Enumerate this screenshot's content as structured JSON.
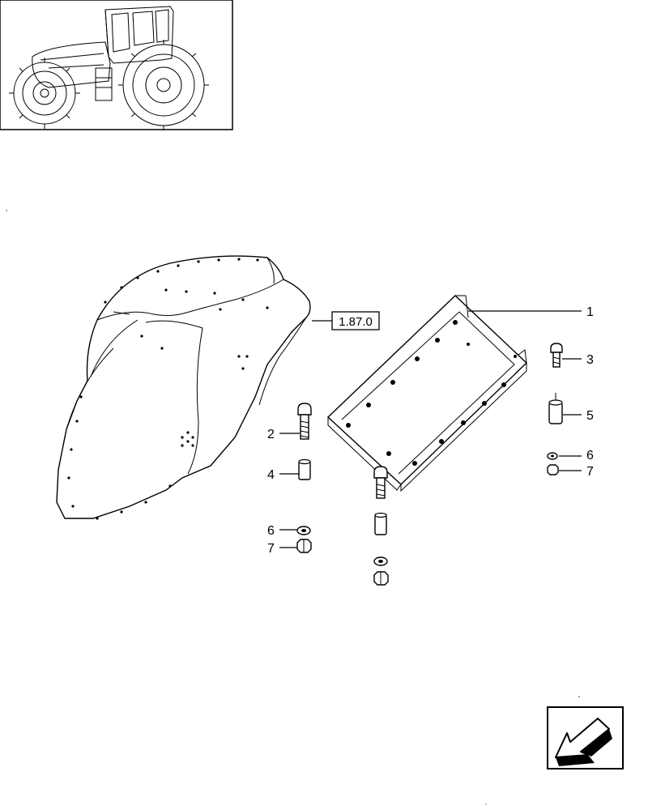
{
  "reference_box": {
    "text": "1.87.0"
  },
  "callouts": [
    {
      "id": "c1",
      "text": "1"
    },
    {
      "id": "c2",
      "text": "2"
    },
    {
      "id": "c3",
      "text": "3"
    },
    {
      "id": "c4",
      "text": "4"
    },
    {
      "id": "c5",
      "text": "5"
    },
    {
      "id": "c6a",
      "text": "6"
    },
    {
      "id": "c7a",
      "text": "7"
    },
    {
      "id": "c6b",
      "text": "6"
    },
    {
      "id": "c7b",
      "text": "7"
    }
  ],
  "icons": {
    "thumbnail": "tractor-thumbnail-icon",
    "nav": "back-arrow-icon"
  }
}
